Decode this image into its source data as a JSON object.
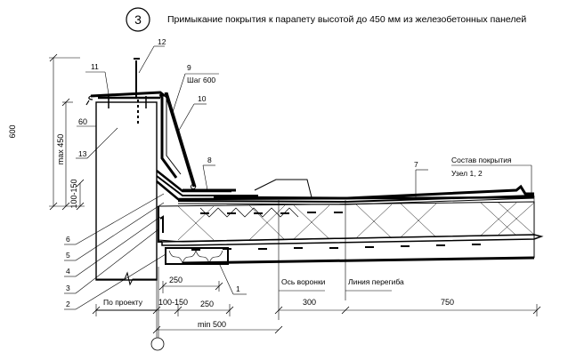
{
  "title": {
    "node_number": "3",
    "text": "Примыкание покрытия к парапету высотой до 450 мм из железобетонных панелей"
  },
  "callouts": [
    {
      "id": "1",
      "label": "1"
    },
    {
      "id": "2",
      "label": "2"
    },
    {
      "id": "3",
      "label": "3"
    },
    {
      "id": "4",
      "label": "4"
    },
    {
      "id": "5",
      "label": "5"
    },
    {
      "id": "6",
      "label": "6"
    },
    {
      "id": "7",
      "label": "7"
    },
    {
      "id": "8",
      "label": "8"
    },
    {
      "id": "9",
      "label": "9",
      "note": "Шаг 600"
    },
    {
      "id": "10",
      "label": "10"
    },
    {
      "id": "11",
      "label": "11"
    },
    {
      "id": "12",
      "label": "12"
    },
    {
      "id": "13",
      "label": "13"
    }
  ],
  "notes": {
    "roof_composition": "Состав покрытия",
    "roof_composition_ref": "Узел 1, 2",
    "funnel_axis": "Ось воронки",
    "bend_line": "Линия перегиба",
    "by_project": "По проекту"
  },
  "dimensions": {
    "height_total": "600",
    "height_max": "max 450",
    "height_small": "100-150",
    "offset_60": "60",
    "width_250_upper": "250",
    "width_100_150": "100-150",
    "width_250_lower": "250",
    "width_min_500": "min 500",
    "width_300": "300",
    "width_750": "750"
  }
}
